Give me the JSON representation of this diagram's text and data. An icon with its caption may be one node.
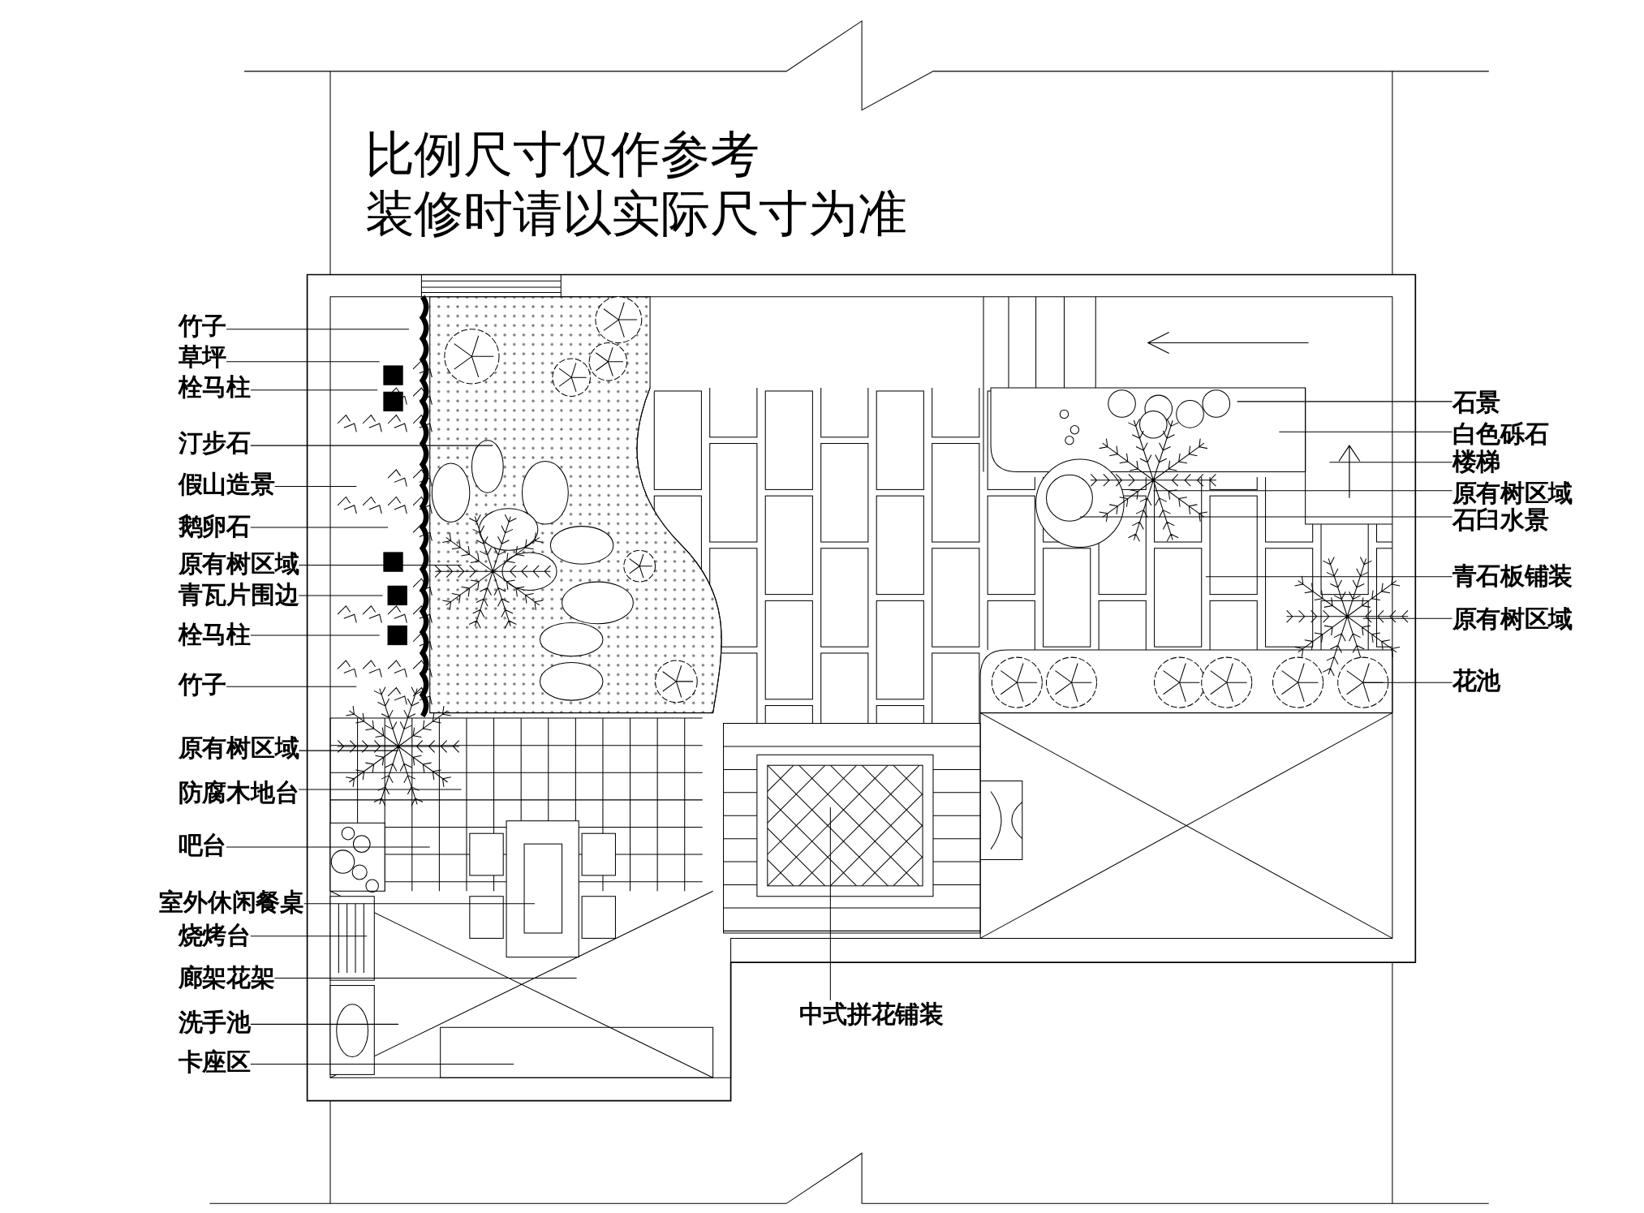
{
  "diagram": {
    "nodes": [
      {
        "text": [
          "竹子"
        ]
      },
      {
        "text": [
          "草坪"
        ]
      },
      {
        "text": [
          "栓马柱"
        ]
      },
      {
        "text": [
          "汀步石"
        ]
      },
      {
        "text": [
          "假山造景"
        ]
      },
      {
        "text": [
          "鹅卵石"
        ]
      },
      {
        "text": [
          "原有树区域"
        ]
      },
      {
        "text": [
          "青瓦片围边"
        ]
      },
      {
        "text": [
          "栓马柱"
        ]
      },
      {
        "text": [
          "竹子"
        ]
      },
      {
        "text": [
          "原有树区域"
        ]
      },
      {
        "text": [
          "防腐木地台"
        ]
      },
      {
        "text": [
          "吧台"
        ]
      },
      {
        "text": [
          "室外休闲餐桌"
        ]
      },
      {
        "text": [
          "烧烤台"
        ]
      },
      {
        "text": [
          "廊架花架"
        ]
      },
      {
        "text": [
          "洗手池"
        ]
      },
      {
        "text": [
          "卡座区"
        ]
      },
      {
        "text": [
          "石景"
        ]
      },
      {
        "text": [
          "白色砾石"
        ]
      },
      {
        "text": [
          "楼梯"
        ]
      },
      {
        "text": [
          "原有树区域"
        ]
      },
      {
        "text": [
          "石臼水景"
        ]
      },
      {
        "text": [
          "青石板铺装"
        ]
      },
      {
        "text": [
          "原有树区域"
        ]
      },
      {
        "text": [
          "花池"
        ]
      },
      {
        "text": [
          "中式拼花铺装"
        ]
      }
    ],
    "edges": [
      {
        "from": 0,
        "to": null,
        "arrow": "none"
      },
      {
        "from": 1,
        "to": null,
        "arrow": "none"
      },
      {
        "from": 2,
        "to": null,
        "arrow": "none"
      },
      {
        "from": 3,
        "to": null,
        "arrow": "none"
      },
      {
        "from": 4,
        "to": null,
        "arrow": "none"
      },
      {
        "from": 5,
        "to": null,
        "arrow": "none"
      },
      {
        "from": 6,
        "to": null,
        "arrow": "none"
      },
      {
        "from": 7,
        "to": null,
        "arrow": "none"
      },
      {
        "from": 8,
        "to": null,
        "arrow": "none"
      },
      {
        "from": 9,
        "to": null,
        "arrow": "none"
      },
      {
        "from": 10,
        "to": null,
        "arrow": "none"
      },
      {
        "from": 11,
        "to": null,
        "arrow": "none"
      },
      {
        "from": 12,
        "to": null,
        "arrow": "none"
      },
      {
        "from": 13,
        "to": null,
        "arrow": "none"
      },
      {
        "from": 14,
        "to": null,
        "arrow": "none"
      },
      {
        "from": 15,
        "to": null,
        "arrow": "none"
      },
      {
        "from": 16,
        "to": null,
        "arrow": "none"
      },
      {
        "from": 17,
        "to": null,
        "arrow": "none"
      },
      {
        "from": 18,
        "to": null,
        "arrow": "none"
      },
      {
        "from": 19,
        "to": null,
        "arrow": "none"
      },
      {
        "from": 20,
        "to": null,
        "arrow": "none"
      },
      {
        "from": 21,
        "to": null,
        "arrow": "none"
      },
      {
        "from": 22,
        "to": null,
        "arrow": "none"
      },
      {
        "from": 23,
        "to": null,
        "arrow": "none"
      },
      {
        "from": 24,
        "to": null,
        "arrow": "none"
      },
      {
        "from": 25,
        "to": null,
        "arrow": "none"
      },
      {
        "from": 26,
        "to": null,
        "arrow": "none"
      }
    ],
    "labels": [
      "比例尺寸仅作参考",
      "装修时请以实际尺寸为准"
    ]
  }
}
